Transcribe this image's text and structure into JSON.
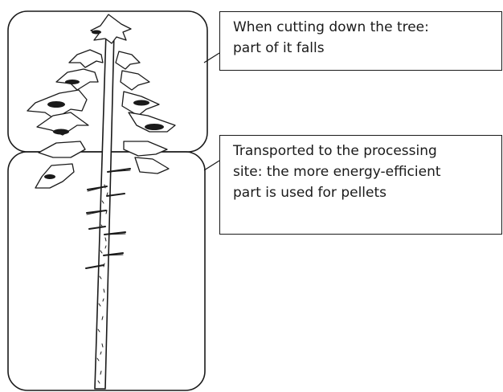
{
  "callouts": {
    "top": {
      "line1": "When cutting down the tree:",
      "line2": "part of it falls"
    },
    "bottom": {
      "line1": "Transported to the processing",
      "line2": "site: the more energy-efficient",
      "line3": "part is used for pellets"
    }
  },
  "icons": [
    "tree-illustration"
  ],
  "colors": {
    "ink": "#1a1a1a",
    "background": "#ffffff"
  }
}
